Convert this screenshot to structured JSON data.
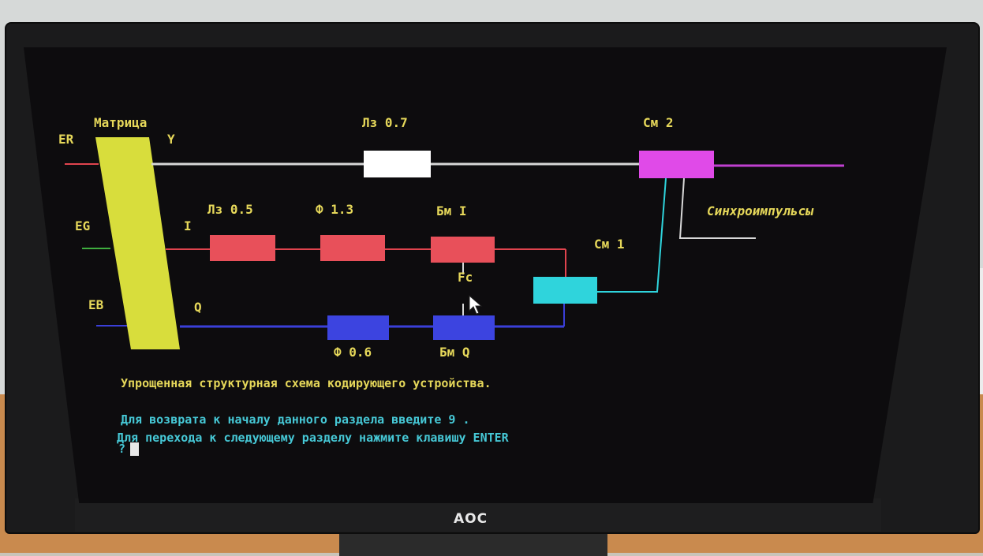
{
  "monitor": {
    "brand_logo": "AOC"
  },
  "diagram": {
    "matrix_label": "Матрица",
    "inputs": {
      "er": "ER",
      "eg": "EG",
      "eb": "EB"
    },
    "outputs": {
      "y": "Y",
      "i": "I",
      "q": "Q"
    },
    "blocks": {
      "lz07": "Лз 0.7",
      "lz05": "Лз 0.5",
      "f13": "Ф 1.3",
      "bm_i": "Бм I",
      "f06": "Ф 0.6",
      "bm_q": "Бм Q",
      "sm1": "См 1",
      "sm2": "См 2"
    },
    "fc_label": "Fc",
    "sync_label": "Синхроимпульсы",
    "colors": {
      "matrix": "#d8dd3c",
      "y_line": "#d8d8d8",
      "r_line": "#e0444e",
      "g_line": "#3fae3f",
      "b_line": "#3a3fd8",
      "i_block": "#e8505a",
      "q_block": "#3c44e0",
      "sm1": "#2fd4dc",
      "sm2": "#e04ae8",
      "lz07": "#ffffff"
    }
  },
  "caption": "Упрощенная структурная схема кодирующего устройства.",
  "instructions": {
    "line1": "Для возврата к началу данного раздела введите  9 .",
    "line2": "Для перехода к следующему разделу нажмите клавишу  ENTER",
    "prompt": "?"
  }
}
